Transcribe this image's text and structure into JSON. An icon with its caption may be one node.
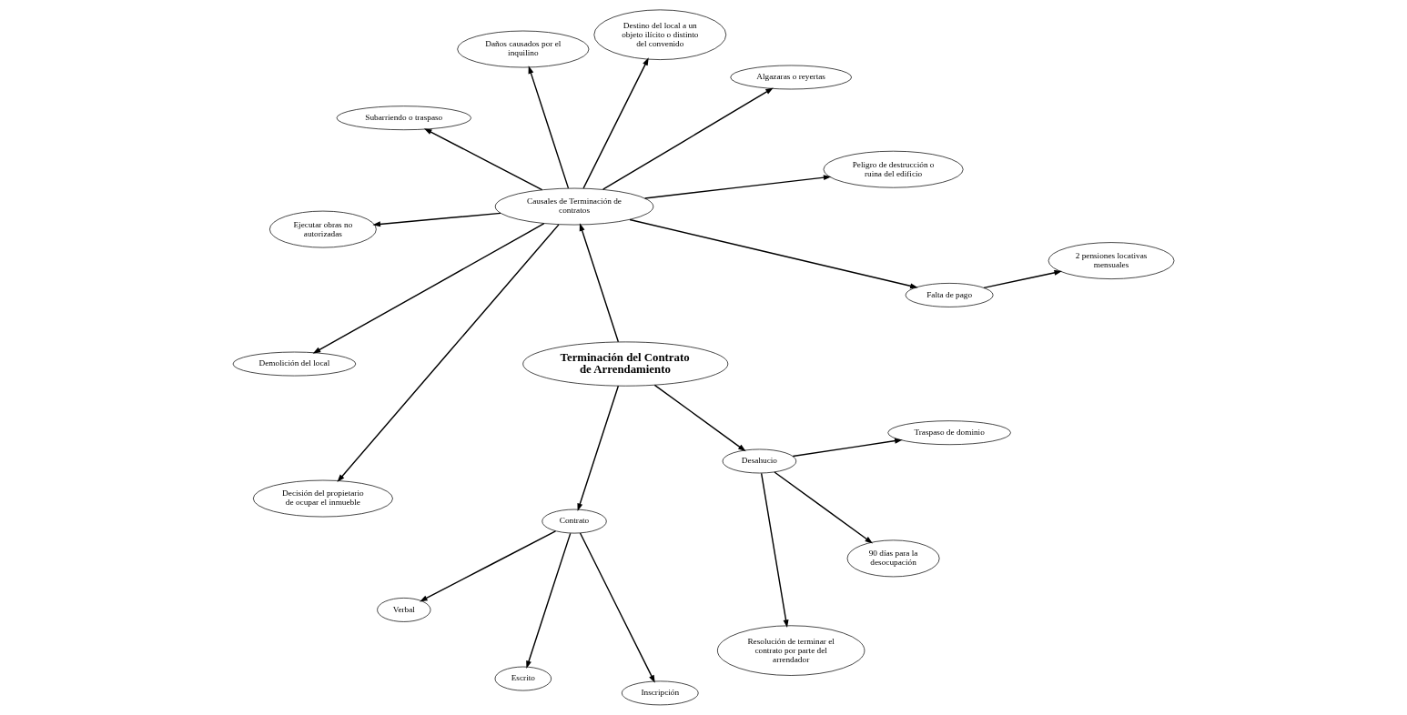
{
  "diagram": {
    "nodes": [
      {
        "text": [
          "Terminación del Contrato de Arrendamiento"
        ]
      },
      {
        "text": [
          "Causales de Terminación de contratos"
        ]
      },
      {
        "text": [
          "Falta de pago"
        ]
      },
      {
        "text": [
          "2 pensiones locativas mensuales"
        ]
      },
      {
        "text": [
          "Peligro de destrucción o ruina del edificio"
        ]
      },
      {
        "text": [
          "Algazaras o reyertas"
        ]
      },
      {
        "text": [
          "Destino del local a un objeto ilícito o distinto del convenido"
        ]
      },
      {
        "text": [
          "Daños causados por el inquilino"
        ]
      },
      {
        "text": [
          "Subarriendo o traspaso"
        ]
      },
      {
        "text": [
          "Ejecutar obras no autorizadas"
        ]
      },
      {
        "text": [
          "Demolición del local"
        ]
      },
      {
        "text": [
          "Decisión del propietario de ocupar el inmueble"
        ]
      },
      {
        "text": [
          "Contrato"
        ]
      },
      {
        "text": [
          "Verbal"
        ]
      },
      {
        "text": [
          "Escrito"
        ]
      },
      {
        "text": [
          "Inscripción"
        ]
      },
      {
        "text": [
          "Desahucio"
        ]
      },
      {
        "text": [
          "Resolución de terminar el contrato por parte del arrendador"
        ]
      },
      {
        "text": [
          "90 días para la desocupación"
        ]
      },
      {
        "text": [
          "Traspaso de dominio"
        ]
      }
    ],
    "edges": [
      {
        "from": 0,
        "to": 1,
        "arrow": "to"
      },
      {
        "from": 1,
        "to": 2,
        "arrow": "to"
      },
      {
        "from": 2,
        "to": 3,
        "arrow": "to"
      },
      {
        "from": 1,
        "to": 4,
        "arrow": "to"
      },
      {
        "from": 1,
        "to": 5,
        "arrow": "to"
      },
      {
        "from": 1,
        "to": 6,
        "arrow": "to"
      },
      {
        "from": 1,
        "to": 7,
        "arrow": "to"
      },
      {
        "from": 1,
        "to": 8,
        "arrow": "to"
      },
      {
        "from": 1,
        "to": 9,
        "arrow": "to"
      },
      {
        "from": 1,
        "to": 10,
        "arrow": "to"
      },
      {
        "from": 1,
        "to": 11,
        "arrow": "to"
      },
      {
        "from": 0,
        "to": 12,
        "arrow": "to"
      },
      {
        "from": 12,
        "to": 13,
        "arrow": "to"
      },
      {
        "from": 12,
        "to": 14,
        "arrow": "to"
      },
      {
        "from": 12,
        "to": 15,
        "arrow": "to"
      },
      {
        "from": 0,
        "to": 16,
        "arrow": "to"
      },
      {
        "from": 16,
        "to": 17,
        "arrow": "to"
      },
      {
        "from": 16,
        "to": 18,
        "arrow": "to"
      },
      {
        "from": 16,
        "to": 19,
        "arrow": "to"
      }
    ]
  }
}
